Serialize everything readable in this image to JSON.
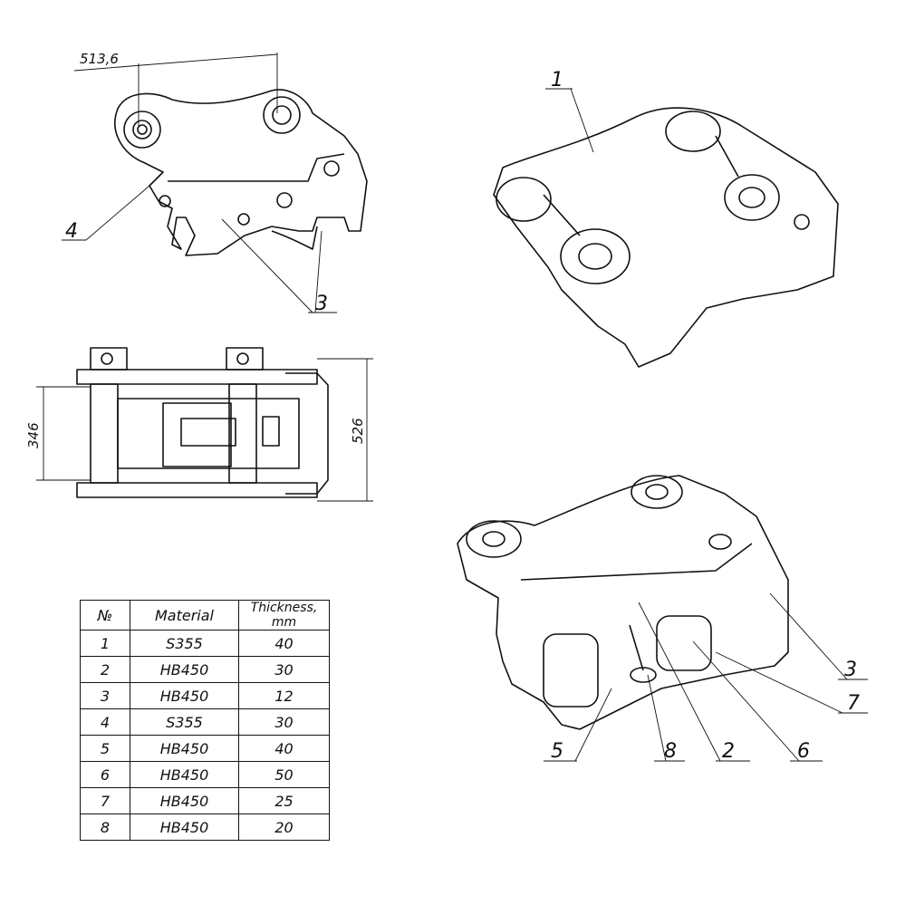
{
  "dimensions": {
    "length": "513,6",
    "inner_width": "346",
    "overall_width": "526"
  },
  "callouts": {
    "c1": "1",
    "c2": "2",
    "c3_top": "3",
    "c3_side": "3",
    "c4": "4",
    "c5": "5",
    "c6": "6",
    "c7": "7",
    "c8": "8"
  },
  "table": {
    "headers": [
      "№",
      "Material",
      "Thickness, mm"
    ],
    "rows": [
      {
        "no": "1",
        "material": "S355",
        "thickness": "40"
      },
      {
        "no": "2",
        "material": "HB450",
        "thickness": "30"
      },
      {
        "no": "3",
        "material": "HB450",
        "thickness": "12"
      },
      {
        "no": "4",
        "material": "S355",
        "thickness": "30"
      },
      {
        "no": "5",
        "material": "HB450",
        "thickness": "40"
      },
      {
        "no": "6",
        "material": "HB450",
        "thickness": "50"
      },
      {
        "no": "7",
        "material": "HB450",
        "thickness": "25"
      },
      {
        "no": "8",
        "material": "HB450",
        "thickness": "20"
      }
    ]
  }
}
